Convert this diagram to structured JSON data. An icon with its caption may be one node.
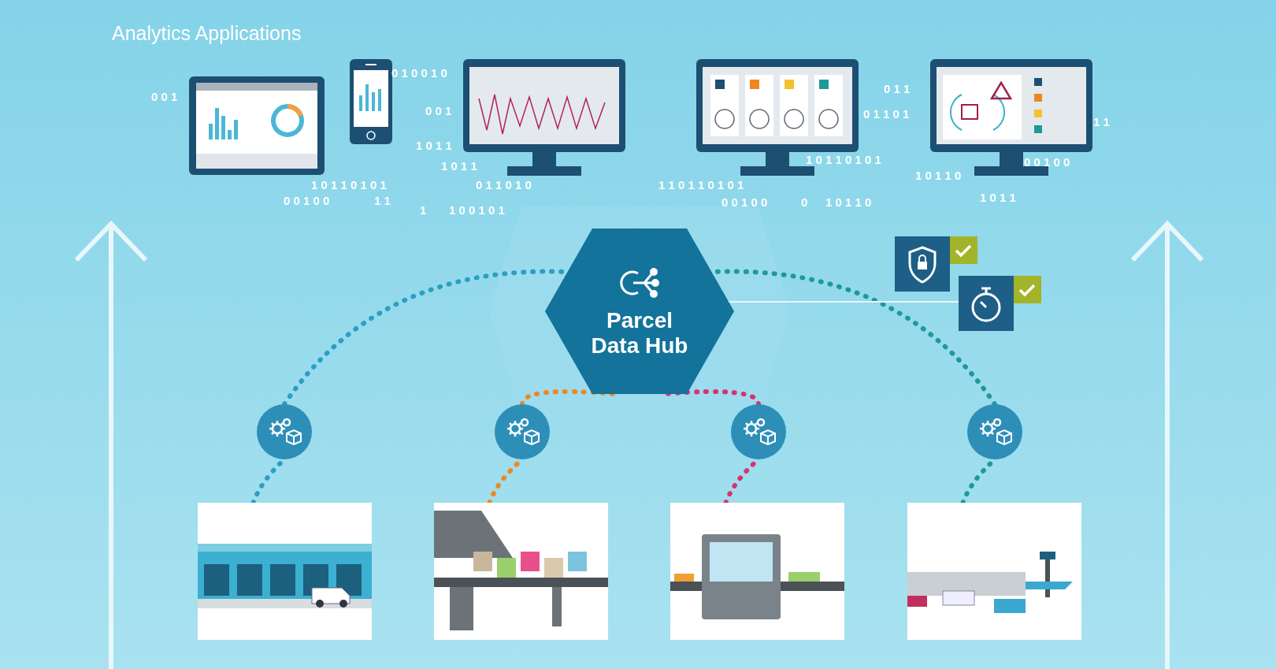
{
  "diagram": {
    "title": "Analytics Applications",
    "nodes": [
      {
        "text": [
          "Parcel Data Hub"
        ]
      },
      {
        "text": [],
        "shape": "circle"
      },
      {
        "text": [],
        "shape": "circle"
      },
      {
        "text": [],
        "shape": "circle"
      },
      {
        "text": [],
        "shape": "circle"
      },
      {
        "text": [],
        "shape": "picture"
      },
      {
        "text": [],
        "shape": "picture"
      },
      {
        "text": [],
        "shape": "picture"
      },
      {
        "text": [],
        "shape": "picture"
      },
      {
        "text": [],
        "shape": "picture"
      },
      {
        "text": [],
        "shape": "picture"
      },
      {
        "text": [],
        "shape": "picture"
      },
      {
        "text": [],
        "shape": "picture"
      },
      {
        "text": [],
        "shape": "picture"
      },
      {
        "text": [],
        "shape": "box"
      },
      {
        "text": [],
        "shape": "box"
      }
    ],
    "edges": [
      {
        "from": 5,
        "to": 1,
        "arrow": "none",
        "style": "dashed",
        "color": "#2a9fc4"
      },
      {
        "from": 6,
        "to": 2,
        "arrow": "none",
        "style": "dashed",
        "color": "#f0871e"
      },
      {
        "from": 7,
        "to": 3,
        "arrow": "none",
        "style": "dashed",
        "color": "#d8336c"
      },
      {
        "from": 8,
        "to": 4,
        "arrow": "none",
        "style": "dashed",
        "color": "#1c9a9a"
      },
      {
        "from": 1,
        "to": 0,
        "arrow": "none",
        "style": "dashed",
        "color": "#2a9fc4"
      },
      {
        "from": 2,
        "to": 0,
        "arrow": "none",
        "style": "dashed",
        "color": "#f0871e"
      },
      {
        "from": 3,
        "to": 0,
        "arrow": "none",
        "style": "dashed",
        "color": "#d8336c"
      },
      {
        "from": 4,
        "to": 0,
        "arrow": "none",
        "style": "dashed",
        "color": "#1c9a9a"
      },
      {
        "from": 0,
        "to": 15,
        "arrow": "none",
        "color": "#e8f7fc"
      }
    ],
    "labels": [
      "0 0 1",
      "0 1 0 0 1 0",
      "0 0 1",
      "1 0 1 1",
      "1 0 1 1",
      "1 0 1 1 0 1 0 1",
      "0 0 1 0 0",
      "1 1",
      "0 1 1 0 1 0",
      "1",
      "1 0 0 1 0 1",
      "0 1 1",
      "0 1 1 0 1",
      "1 1",
      "1 0 1 1 0 1 0 1",
      "1 1 0 1 1 0 1 0 1",
      "0 0 1 0 0",
      "0",
      "1 0 1 1 0",
      "1 0 1 1 0",
      "0 0 1 0 0",
      "1 0 1 1"
    ]
  }
}
